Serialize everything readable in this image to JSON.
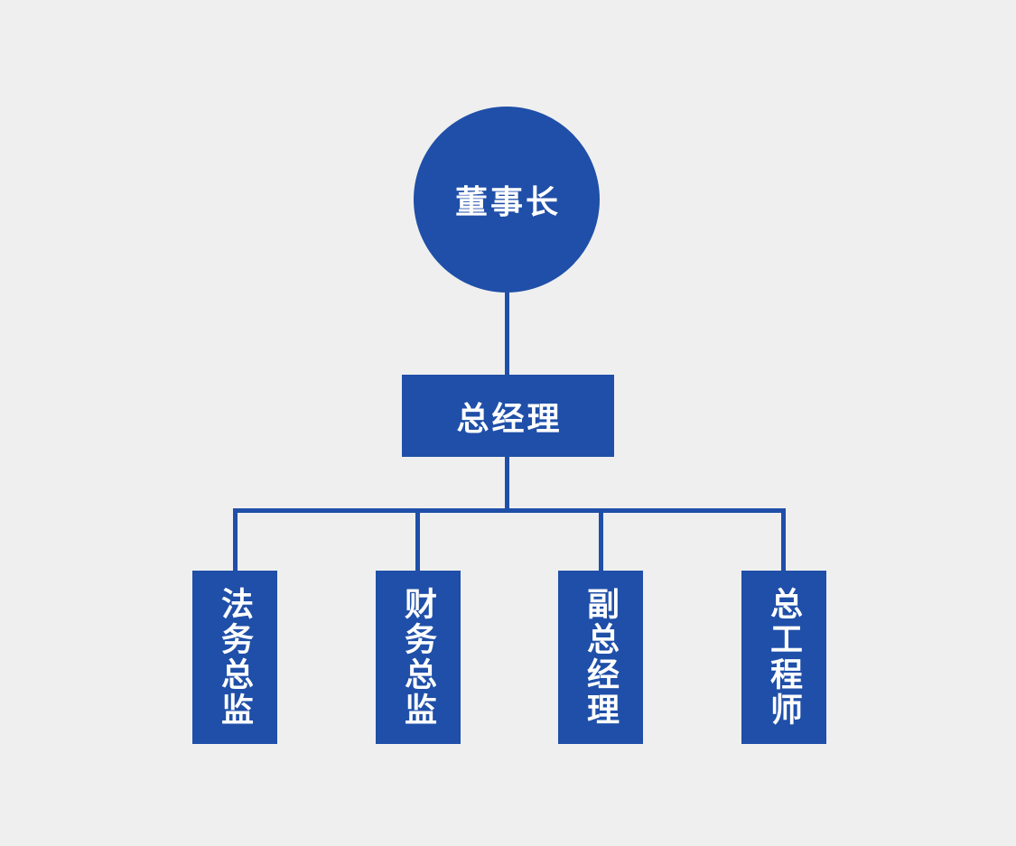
{
  "theme": {
    "background": "#efefef",
    "node_fill": "#1f4fa8",
    "connector": "#1f4fa8",
    "node_text": "#ffffff"
  },
  "org_chart": {
    "root": {
      "label": "董事长",
      "shape": "circle"
    },
    "manager": {
      "label": "总经理",
      "shape": "rectangle"
    },
    "departments": [
      {
        "label": "法务总监"
      },
      {
        "label": "财务总监"
      },
      {
        "label": "副总经理"
      },
      {
        "label": "总工程师"
      }
    ]
  }
}
